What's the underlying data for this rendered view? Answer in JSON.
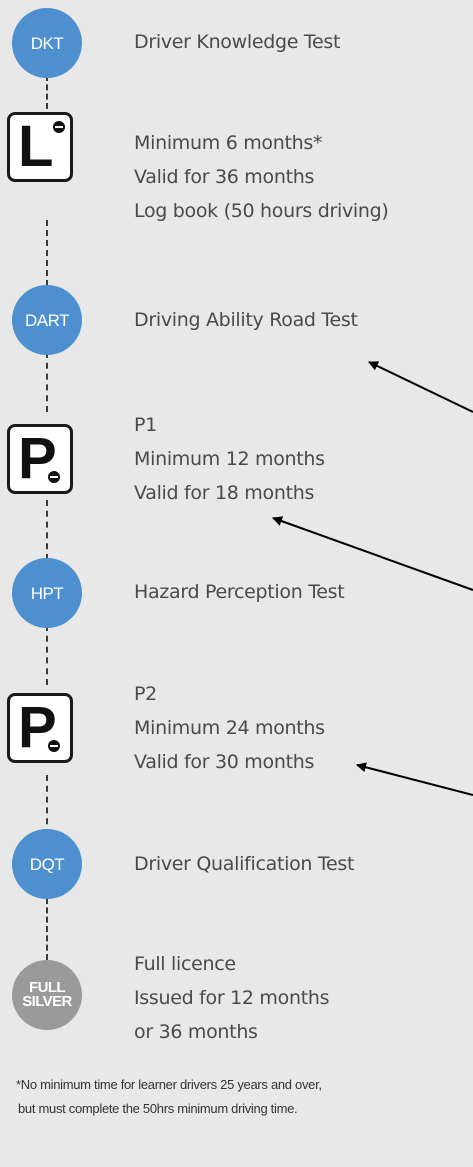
{
  "colors": {
    "background": "#e8e8e9",
    "test_circle": "#4d8fcf",
    "full_circle": "#9a9a9a",
    "text": "#4a4a4d",
    "plate_border": "#1a1a1a"
  },
  "steps": {
    "dkt": {
      "badge": "DKT",
      "lines": [
        "Driver Knowledge Test"
      ]
    },
    "learner": {
      "plate_letter": "L",
      "icon": "l-plate-icon",
      "lines": [
        "Minimum 6 months*",
        "Valid for 36 months",
        "Log book (50 hours driving)"
      ]
    },
    "dart": {
      "badge": "DART",
      "lines": [
        "Driving Ability Road Test"
      ]
    },
    "p1": {
      "plate_letter": "P",
      "icon": "p-plate-icon",
      "lines": [
        "P1",
        "Minimum 12 months",
        "Valid for 18 months"
      ]
    },
    "hpt": {
      "badge": "HPT",
      "lines": [
        "Hazard Perception Test"
      ]
    },
    "p2": {
      "plate_letter": "P",
      "icon": "p-plate-icon",
      "lines": [
        "P2",
        "Minimum 24 months",
        "Valid for 30 months"
      ]
    },
    "dqt": {
      "badge": "DQT",
      "lines": [
        "Driver Qualification Test"
      ]
    },
    "full": {
      "badge_line1": "FULL",
      "badge_line2": "SILVER",
      "lines": [
        "Full licence",
        "Issued for 12 months",
        "or 36 months"
      ]
    }
  },
  "footnote": {
    "line1": "*No minimum time for learner drivers 25 years and over,",
    "line2": "but must complete the 50hrs minimum driving time."
  }
}
